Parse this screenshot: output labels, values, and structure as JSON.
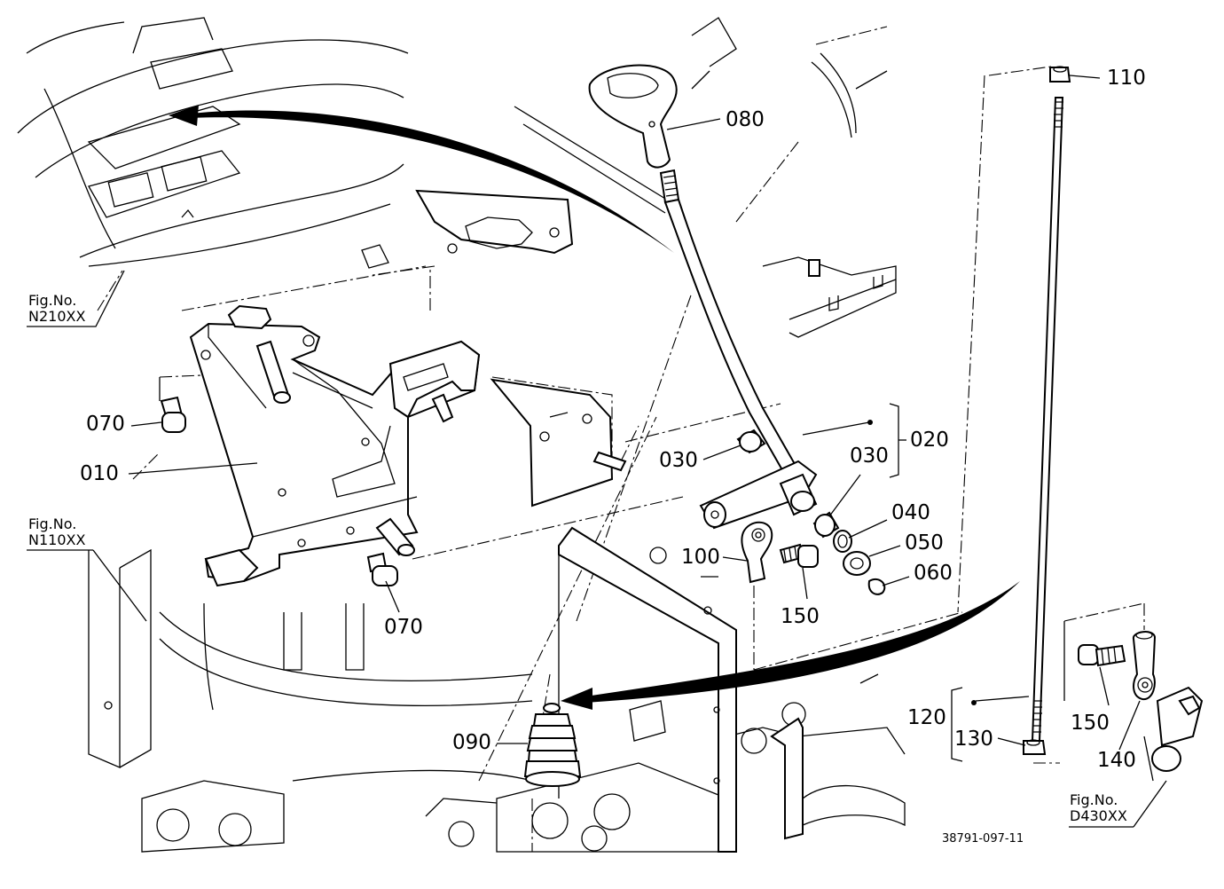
{
  "labels": {
    "p010": "010",
    "p020": "020",
    "p030a": "030",
    "p030b": "030",
    "p040": "040",
    "p050": "050",
    "p060": "060",
    "p070a": "070",
    "p070b": "070",
    "p080": "080",
    "p090": "090",
    "p100": "100",
    "p110": "110",
    "p120": "120",
    "p130": "130",
    "p140": "140",
    "p150a": "150",
    "p150b": "150"
  },
  "figrefs": {
    "n210": {
      "line1": "Fig.No.",
      "line2": "N210XX"
    },
    "n110": {
      "line1": "Fig.No.",
      "line2": "N110XX"
    },
    "d430": {
      "line1": "Fig.No.",
      "line2": "D430XX"
    }
  },
  "drawing_number": "38791-097-11"
}
